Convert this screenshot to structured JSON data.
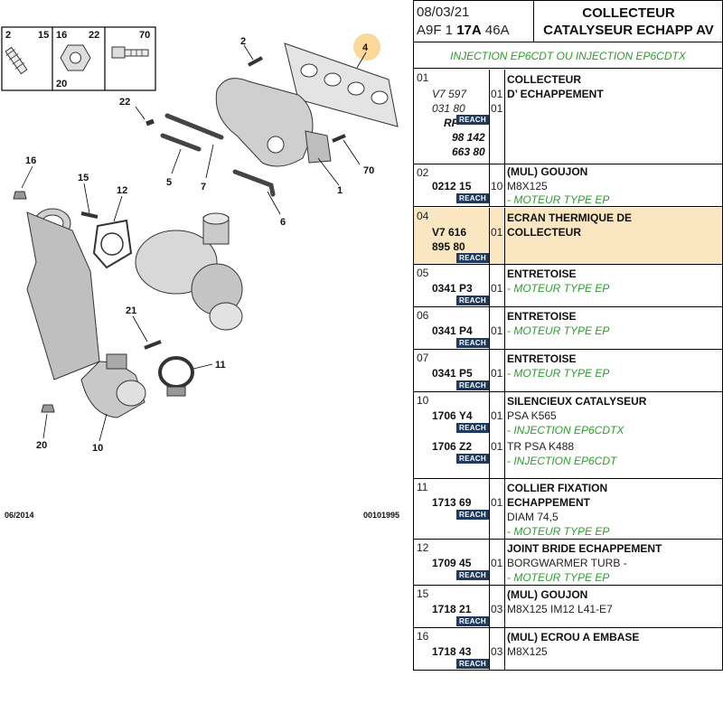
{
  "diagram": {
    "callouts": [
      "2",
      "15",
      "16",
      "20",
      "22",
      "70",
      "4",
      "22",
      "7",
      "5",
      "1",
      "70",
      "6",
      "16",
      "15",
      "12",
      "21",
      "11",
      "20",
      "10"
    ],
    "legend_box_labels": [
      "2",
      "15",
      "16",
      "20",
      "22",
      "70"
    ],
    "footer_date": "06/2014",
    "footer_ref": "00101995",
    "highlight_color": "#fbd89a"
  },
  "header": {
    "date": "08/03/21",
    "code_prefix": "A9F 1",
    "code_bold": "17A",
    "code_suffix": "46A",
    "title_line1": "COLLECTEUR",
    "title_line2": "CATALYSEUR ECHAPP AV",
    "subtitle": "INJECTION EP6CDT OU INJECTION EP6CDTX"
  },
  "reach_label": "REACH",
  "rows": [
    {
      "num": "01",
      "refs": [
        "V7 597",
        "031 80",
        "RP",
        "98 142",
        "663 80"
      ],
      "qty": [
        "01",
        "01"
      ],
      "desc": "COLLECTEUR",
      "desc2": "D’  ECHAPPEMENT"
    },
    {
      "num": "02",
      "ref": "0212 15",
      "qty": "10",
      "desc": "(MUL) GOUJON",
      "note": "M8X125",
      "green": "- MOTEUR TYPE EP"
    },
    {
      "num": "04",
      "ref": "V7 616",
      "ref2": "895 80",
      "qty": "01",
      "desc": "ECRAN THERMIQUE DE",
      "desc2": "COLLECTEUR"
    },
    {
      "num": "05",
      "ref": "0341 P3",
      "qty": "01",
      "desc": "ENTRETOISE",
      "green": "- MOTEUR TYPE EP"
    },
    {
      "num": "06",
      "ref": "0341 P4",
      "qty": "01",
      "desc": "ENTRETOISE",
      "green": "- MOTEUR TYPE EP"
    },
    {
      "num": "07",
      "ref": "0341 P5",
      "qty": "01",
      "desc": "ENTRETOISE",
      "green": "- MOTEUR TYPE EP"
    },
    {
      "num": "10",
      "ref": "1706 Y4",
      "qty": "01",
      "desc": "SILENCIEUX CATALYSEUR",
      "note": "PSA K565",
      "green": "- INJECTION EP6CDTX",
      "ref2": "1706 Z2",
      "qty2": "01",
      "note2": "TR PSA K488",
      "green2": "- INJECTION EP6CDT"
    },
    {
      "num": "11",
      "ref": "1713 69",
      "qty": "01",
      "desc": "COLLIER FIXATION",
      "desc2": "ECHAPPEMENT",
      "note": "DIAM 74,5",
      "green": "- MOTEUR TYPE EP"
    },
    {
      "num": "12",
      "ref": "1709 45",
      "qty": "01",
      "desc": "JOINT BRIDE ECHAPPEMENT",
      "note": "BORGWARMER TURB -",
      "green": "- MOTEUR TYPE EP"
    },
    {
      "num": "15",
      "ref": "1718 21",
      "qty": "03",
      "desc": "(MUL) GOUJON",
      "note": "M8X125 IM12 L41-E7"
    },
    {
      "num": "16",
      "ref": "1718 43",
      "qty": "03",
      "desc": "(MUL) ECROU A EMBASE",
      "note": "M8X125"
    }
  ]
}
